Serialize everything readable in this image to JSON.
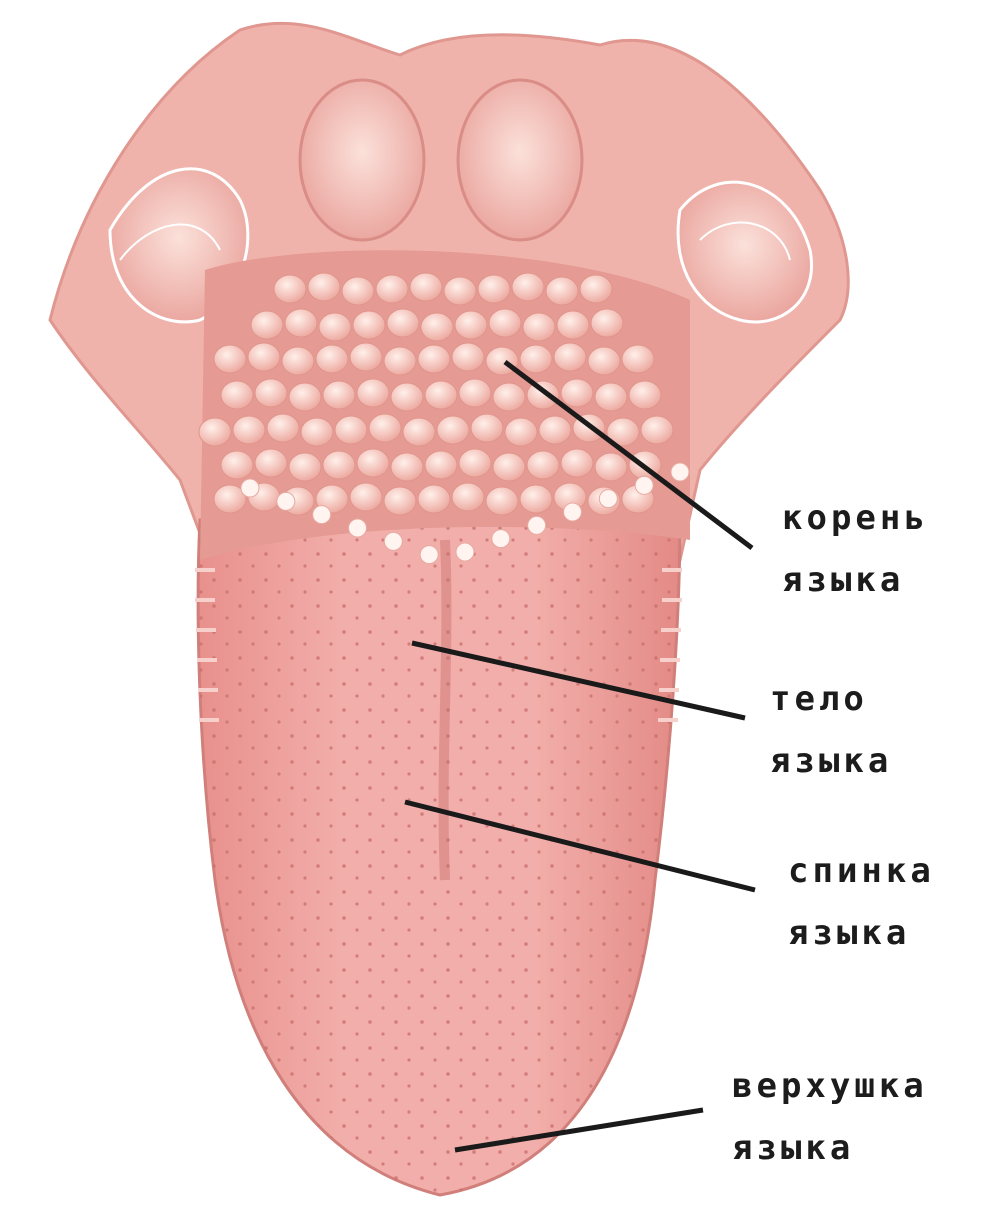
{
  "labels": {
    "root": {
      "line1": "корень",
      "line2": "языка"
    },
    "body": {
      "line1": "тело",
      "line2": "языка"
    },
    "back": {
      "line1": "спинка",
      "line2": "языка"
    },
    "tip": {
      "line1": "верхушка",
      "line2": "языка"
    }
  },
  "colors": {
    "tongue": "#f0a8a4",
    "tongue_dark": "#d98580",
    "papillae": "#f6d2cb",
    "leader_line": "#1a1a1a"
  }
}
